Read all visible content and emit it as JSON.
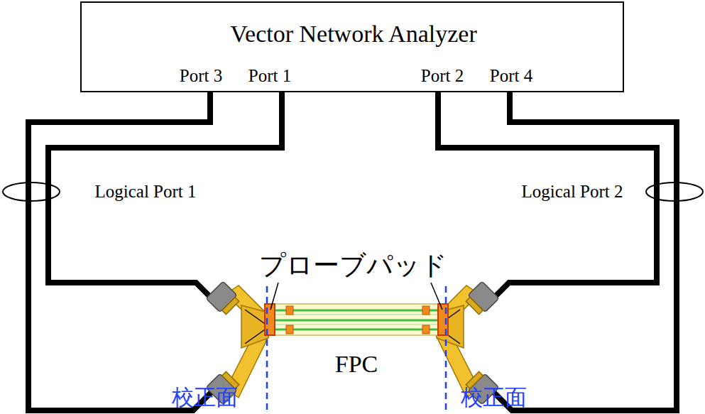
{
  "diagram": {
    "nodes": [
      {
        "text": [
          "Vector Network Analyzer",
          "Port 3",
          "Port 1",
          "Port 2",
          "Port 4"
        ]
      }
    ],
    "labels": [
      "Logical Port 1",
      "Logical Port 2",
      "プローブパッド",
      "FPC",
      "校正面",
      "校正面"
    ]
  }
}
